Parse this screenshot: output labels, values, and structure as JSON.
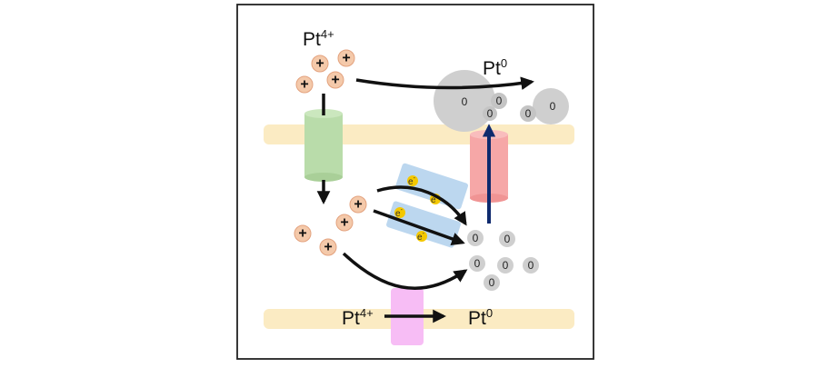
{
  "labels": {
    "top_ion": "Pt",
    "top_ion_charge": "4+",
    "top_product": "Pt",
    "top_product_charge": "0",
    "bottom_ion": "Pt",
    "bottom_ion_charge": "4+",
    "bottom_product": "Pt",
    "bottom_product_charge": "0"
  },
  "symbols": {
    "cation": "+",
    "metal_atom": "0",
    "electron": "e",
    "electron_charge": "-"
  },
  "colors": {
    "frame": "#222222",
    "membrane": "#fbebc3",
    "ion": "#f4c9aa",
    "ion_stroke": "#e3a27e",
    "atom": "#cfcfcf",
    "green_channel": "#b9dcaa",
    "red_channel": "#f6a7a7",
    "pink_channel": "#f7bdf5",
    "electron_carrier": "#bcd7ef",
    "electron": "#f4c800",
    "blue_arrow": "#0f2a6e",
    "arrow": "#111111"
  }
}
